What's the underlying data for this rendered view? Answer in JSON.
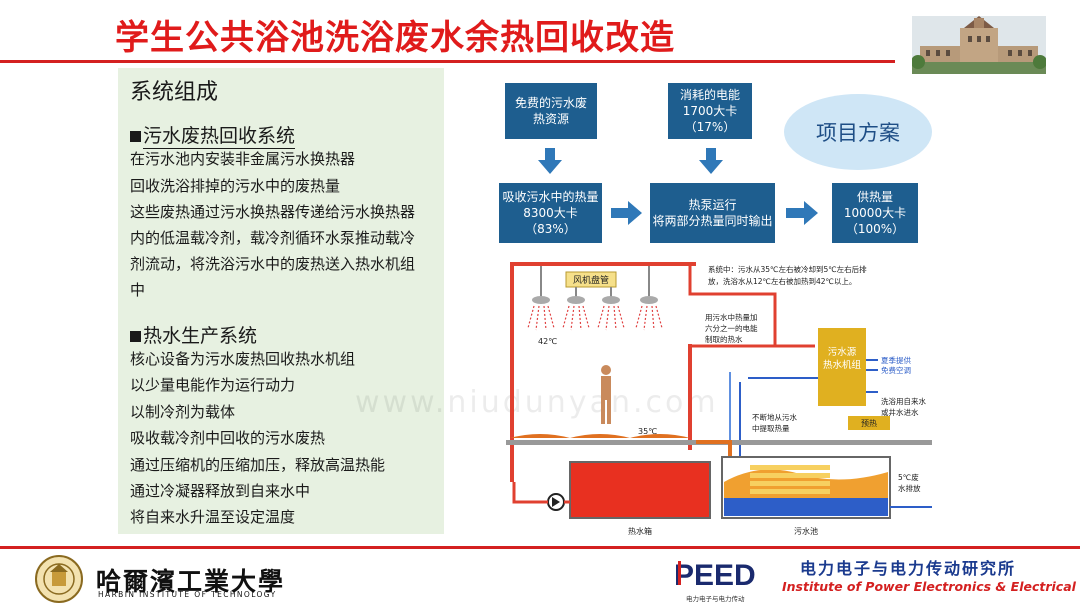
{
  "title": "学生公共浴池洗浴废水余热回收改造",
  "panel": {
    "heading": "系统组成",
    "section1": {
      "title": "污水废热回收系统",
      "lines": [
        "在污水池内安装非金属污水换热器",
        "回收洗浴排掉的污水中的废热量",
        "这些废热通过污水换热器传递给污水换热器",
        "内的低温载冷剂，载冷剂循环水泵推动载冷",
        "剂流动，将洗浴污水中的废热送入热水机组",
        "中"
      ]
    },
    "section2": {
      "title": "热水生产系统",
      "lines": [
        "核心设备为污水废热回收热水机组",
        "以少量电能作为运行动力",
        "以制冷剂为载体",
        "吸收载冷剂中回收的污水废热",
        "通过压缩机的压缩加压，释放高温热能",
        "通过冷凝器释放到自来水中",
        "将自来水升温至设定温度"
      ]
    }
  },
  "flow": {
    "free_waste": [
      "免费的污水废",
      "热资源"
    ],
    "electric": [
      "消耗的电能",
      "1700大卡",
      "（17%）"
    ],
    "absorb": [
      "吸收污水中的热量",
      "8300大卡",
      "（83%）"
    ],
    "heatpump": [
      "热泵运行",
      "将两部分热量同时输出"
    ],
    "supply": [
      "供热量",
      "10000大卡",
      "（100%）"
    ],
    "oval": "项目方案"
  },
  "diagram": {
    "note": [
      "系统中：污水从35℃左右被冷却到5℃左右后排",
      "放，洗浴水从12℃左右被加热到42℃以上。"
    ],
    "fan_coil": "风机盘管",
    "temp42": "42℃",
    "temp35": "35℃",
    "use_heat": [
      "用污水中热量加",
      "六分之一的电能",
      "制取的热水"
    ],
    "unit": [
      "污水源",
      "热水机组"
    ],
    "summer": "夏季提供",
    "free_ac": "免费空调",
    "tap_water": [
      "洗浴用自来水",
      "或井水进水"
    ],
    "preheat": "预热",
    "extract": [
      "不断地从污水",
      "中提取热量"
    ],
    "drain": [
      "5℃废",
      "水排放"
    ],
    "hot_tank": "热水箱",
    "sewage_pool": "污水池"
  },
  "watermark": "www.niudunyan.com",
  "footer": {
    "hit_cn": "哈爾濱工業大學",
    "hit_en": "HARBIN INSTITUTE OF TECHNOLOGY",
    "peed": "PEED",
    "peed_sub": "电力电子与电力传动",
    "inst_cn": "电力电子与电力传动研究所",
    "inst_en": "Institute of Power Electronics & Electrical Drives"
  },
  "colors": {
    "accent_red": "#d42020",
    "box_blue": "#1e5e8f",
    "panel_green": "#e7f1e1",
    "oval_blue": "#cfe6f6",
    "hot_water": "#e83020",
    "sewage": "#2d5ec8",
    "unit_gold": "#e0b020"
  }
}
